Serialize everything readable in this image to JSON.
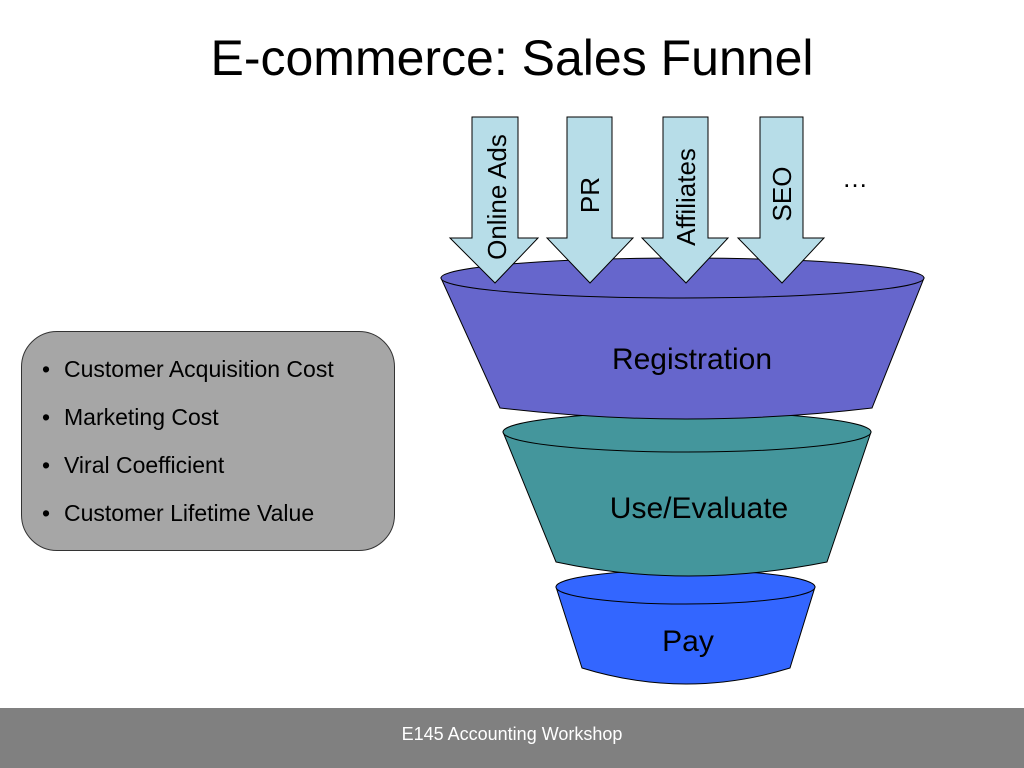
{
  "slide": {
    "title": "E-commerce: Sales Funnel"
  },
  "metrics": {
    "items": [
      "Customer Acquisition Cost",
      "Marketing Cost",
      "Viral Coefficient",
      "Customer Lifetime Value"
    ]
  },
  "channels": {
    "online_ads": "Online Ads",
    "pr": "PR",
    "affiliates": "Affiliates",
    "seo": "SEO",
    "more": "…"
  },
  "funnel": {
    "registration": "Registration",
    "use_evaluate": "Use/Evaluate",
    "pay": "Pay"
  },
  "colors": {
    "registration": "#6666cc",
    "use_evaluate": "#44969c",
    "pay": "#3366ff",
    "arrow_fill": "#b7dde8",
    "metrics_box": "#a6a6a6",
    "footer": "#808080"
  },
  "footer": {
    "text": "E145 Accounting Workshop"
  }
}
